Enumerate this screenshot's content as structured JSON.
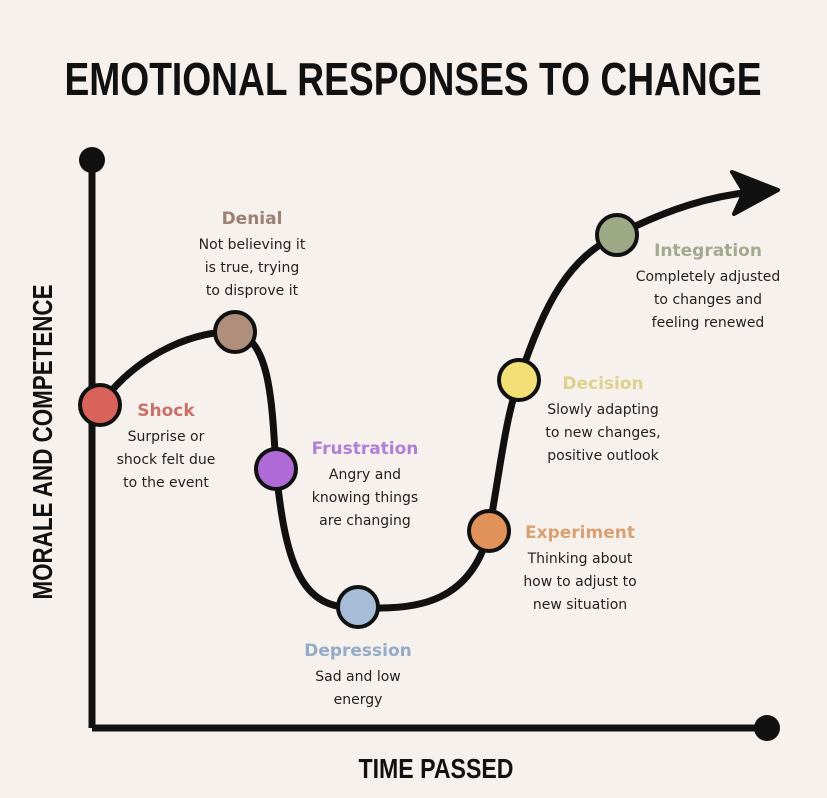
{
  "title": "EMOTIONAL RESPONSES TO CHANGE",
  "y_axis_label": "MORALE AND COMPETENCE",
  "x_axis_label": "TIME PASSED",
  "stages": [
    {
      "name": "Shock",
      "lines": [
        "Surprise or",
        "shock felt due",
        "to the event"
      ],
      "color": "#d9625a",
      "label_color": "#c9706a"
    },
    {
      "name": "Denial",
      "lines": [
        "Not believing it",
        "is true, trying",
        "to disprove it"
      ],
      "color": "#b08e7c",
      "label_color": "#9c8172"
    },
    {
      "name": "Frustration",
      "lines": [
        "Angry and",
        "knowing things",
        "are changing"
      ],
      "color": "#b06ad8",
      "label_color": "#b07fd6"
    },
    {
      "name": "Depression",
      "lines": [
        "Sad and low",
        "energy"
      ],
      "color": "#a7bcd6",
      "label_color": "#94abc7"
    },
    {
      "name": "Experiment",
      "lines": [
        "Thinking about",
        "how to adjust to",
        "new situation"
      ],
      "color": "#e0925a",
      "label_color": "#d9a172"
    },
    {
      "name": "Decision",
      "lines": [
        "Slowly adapting",
        "to new changes,",
        "positive outlook"
      ],
      "color": "#f2df76",
      "label_color": "#ddd28c"
    },
    {
      "name": "Integration",
      "lines": [
        "Completely adjusted",
        "to changes and",
        "feeling renewed"
      ],
      "color": "#9eaa85",
      "label_color": "#a2aa8d"
    }
  ]
}
